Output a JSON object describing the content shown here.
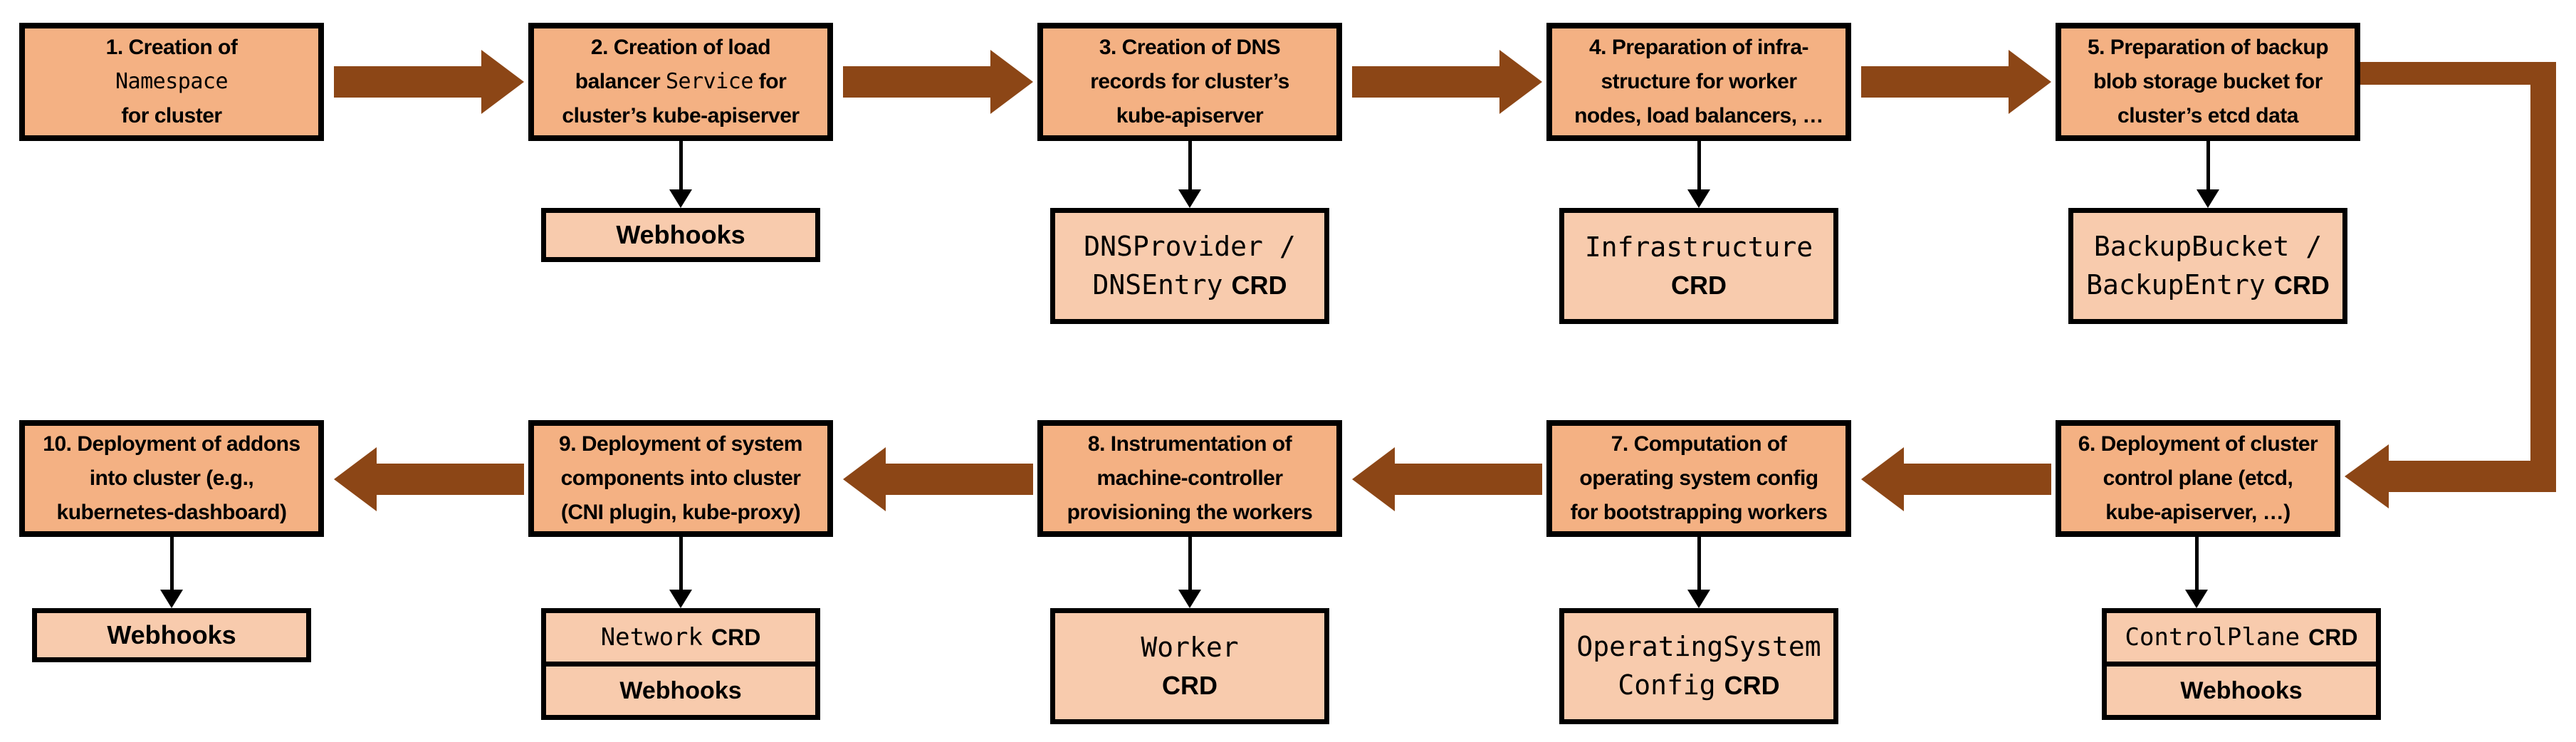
{
  "diagram": {
    "description": "Cluster reconciliation flow diagram",
    "colors": {
      "main_fill": "#F4B183",
      "sub_fill": "#F8CBAD",
      "arrow": "#8C4616",
      "border": "#000000"
    },
    "steps": [
      {
        "line1": "1. Creation of",
        "line2_code": "Namespace",
        "line3": "for cluster"
      },
      {
        "line1": "2. Creation of load",
        "line2_pre": "balancer ",
        "line2_code": "Service",
        "line2_post": " for",
        "line3": "cluster’s kube-apiserver",
        "sub": {
          "webhooks": "Webhooks"
        }
      },
      {
        "line1": "3. Creation of DNS",
        "line2": "records for cluster’s",
        "line3": "kube-apiserver",
        "sub": {
          "code1": "DNSProvider /",
          "code2": "DNSEntry",
          "crd": "CRD"
        }
      },
      {
        "line1": "4. Preparation of infra-",
        "line2": "structure for worker",
        "line3": "nodes, load balancers, …",
        "sub": {
          "code1": "Infrastructure",
          "crd": "CRD"
        }
      },
      {
        "line1": "5. Preparation of backup",
        "line2": "blob storage bucket for",
        "line3": "cluster’s etcd data",
        "sub": {
          "code1": "BackupBucket /",
          "code2": "BackupEntry",
          "crd": "CRD"
        }
      },
      {
        "line1": "6. Deployment of cluster",
        "line2": "control plane (etcd,",
        "line3": "kube-apiserver, …)",
        "sub": {
          "code": "ControlPlane",
          "crd": "CRD",
          "webhooks": "Webhooks"
        }
      },
      {
        "line1": "7. Computation of",
        "line2": "operating system config",
        "line3": "for bootstrapping workers",
        "sub": {
          "code1": "OperatingSystem",
          "code2": "Config",
          "crd": "CRD"
        }
      },
      {
        "line1": "8. Instrumentation of",
        "line2": "machine-controller",
        "line3": "provisioning the workers",
        "sub": {
          "code1": "Worker",
          "crd": "CRD"
        }
      },
      {
        "line1": "9. Deployment of system",
        "line2": "components into cluster",
        "line3": "(CNI plugin, kube-proxy)",
        "sub": {
          "code": "Network",
          "crd": "CRD",
          "webhooks": "Webhooks"
        }
      },
      {
        "line1": "10. Deployment of addons",
        "line2": "into cluster (e.g.,",
        "line3": "kubernetes-dashboard)",
        "sub": {
          "webhooks": "Webhooks"
        }
      }
    ]
  }
}
